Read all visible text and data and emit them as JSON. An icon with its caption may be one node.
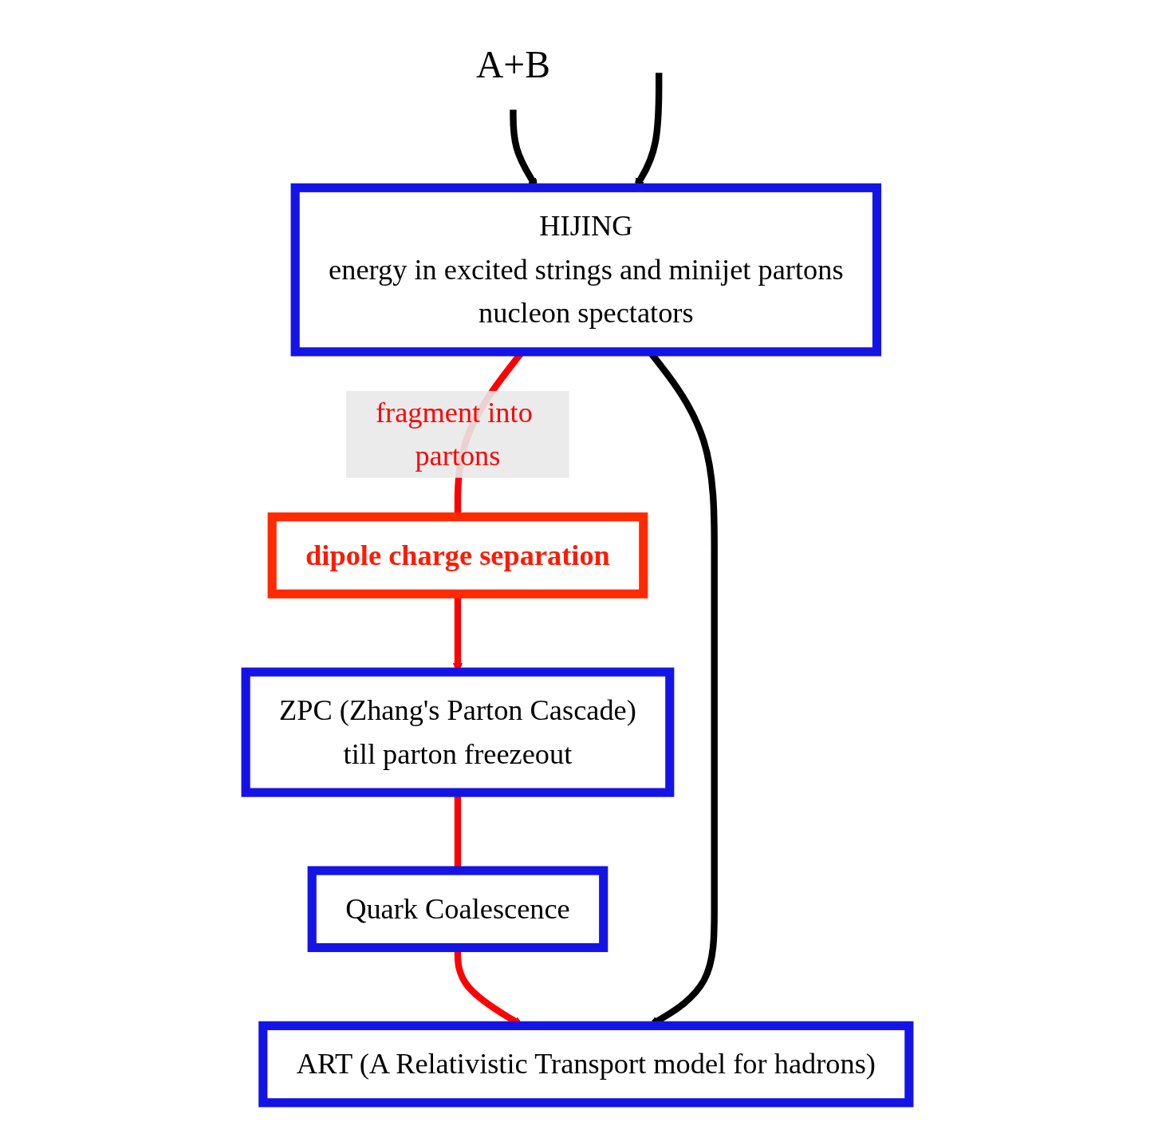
{
  "diagram": {
    "nodes": [
      {
        "text": [
          "A+B"
        ]
      },
      {
        "text": [
          "HIJING",
          "energy in excited strings and minijet partons",
          "nucleon spectators"
        ]
      },
      {
        "text": [
          "dipole charge separation"
        ]
      },
      {
        "text": [
          "ZPC (Zhang's Parton Cascade)",
          "till parton freezeout"
        ]
      },
      {
        "text": [
          "Quark Coalescence"
        ]
      },
      {
        "text": [
          "ART (A Relativistic Transport model for hadrons)"
        ]
      }
    ],
    "edges": [
      {
        "from": 0,
        "to": 1,
        "arrow": "to",
        "color": "#000000"
      },
      {
        "from": null,
        "to": 1,
        "arrow": "to",
        "color": "#000000"
      },
      {
        "from": 1,
        "to": 2,
        "arrow": "none",
        "label": "fragment into partons",
        "color": "#ff0000"
      },
      {
        "from": 2,
        "to": 3,
        "arrow": "to",
        "color": "#ff0000"
      },
      {
        "from": 3,
        "to": 4,
        "arrow": "none",
        "color": "#ff0000"
      },
      {
        "from": 4,
        "to": 5,
        "arrow": "to",
        "color": "#ff0000"
      },
      {
        "from": 1,
        "to": 5,
        "arrow": "to",
        "color": "#000000"
      }
    ]
  }
}
